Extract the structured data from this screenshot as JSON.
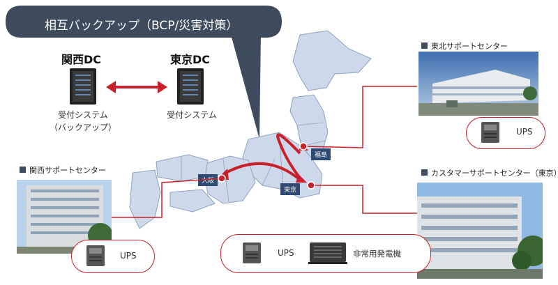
{
  "title": "相互バックアップ（BCP/災害対策）",
  "dc": {
    "kansai": {
      "name": "関西DC",
      "line1": "受付システム",
      "line2": "（バックアップ）"
    },
    "tokyo": {
      "name": "東京DC",
      "line1": "受付システム"
    }
  },
  "centers": {
    "tohoku": {
      "heading": "東北サポートセンター",
      "ups": "UPS"
    },
    "kansai": {
      "heading": "関西サポートセンター",
      "ups": "UPS"
    },
    "customer": {
      "heading": "カスタマーサポートセンター（東京）",
      "ups": "UPS",
      "generator": "非常用発電機"
    }
  },
  "cities": {
    "fukushima": "福島",
    "osaka": "大阪",
    "tokyo": "東京"
  },
  "colors": {
    "accent": "#c9202b",
    "callout": "#3d4b5c",
    "tag": "#2f4a71",
    "map_fill": "#cdd9ea",
    "map_stroke": "#8ea2bd"
  }
}
